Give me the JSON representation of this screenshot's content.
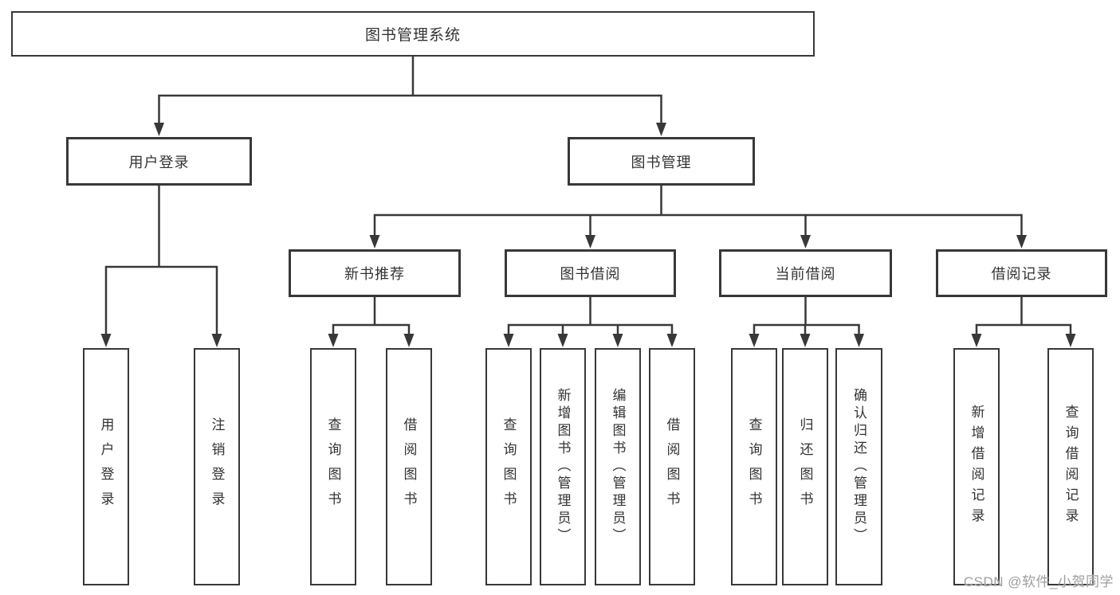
{
  "diagram": {
    "title": "图书管理系统",
    "type": "hierarchy",
    "nodes": [
      {
        "id": "root",
        "label": "图书管理系统",
        "parent": null,
        "vertical": false
      },
      {
        "id": "user-login",
        "label": "用户登录",
        "parent": "root",
        "vertical": false
      },
      {
        "id": "book-mgmt",
        "label": "图书管理",
        "parent": "root",
        "vertical": false
      },
      {
        "id": "new-book-rec",
        "label": "新书推荐",
        "parent": "book-mgmt",
        "vertical": false
      },
      {
        "id": "book-borrow",
        "label": "图书借阅",
        "parent": "book-mgmt",
        "vertical": false
      },
      {
        "id": "current-borrow",
        "label": "当前借阅",
        "parent": "book-mgmt",
        "vertical": false
      },
      {
        "id": "borrow-records",
        "label": "借阅记录",
        "parent": "book-mgmt",
        "vertical": false
      },
      {
        "id": "leaf-user-login",
        "label": "用户登录",
        "parent": "user-login",
        "vertical": true
      },
      {
        "id": "leaf-logout",
        "label": "注销登录",
        "parent": "user-login",
        "vertical": true
      },
      {
        "id": "leaf-nb-query",
        "label": "查询图书",
        "parent": "new-book-rec",
        "vertical": true
      },
      {
        "id": "leaf-nb-borrow",
        "label": "借阅图书",
        "parent": "new-book-rec",
        "vertical": true
      },
      {
        "id": "leaf-bb-query",
        "label": "查询图书",
        "parent": "book-borrow",
        "vertical": true
      },
      {
        "id": "leaf-bb-add",
        "label": "新增图书（管理员）",
        "parent": "book-borrow",
        "vertical": true
      },
      {
        "id": "leaf-bb-edit",
        "label": "编辑图书（管理员）",
        "parent": "book-borrow",
        "vertical": true
      },
      {
        "id": "leaf-bb-borrow",
        "label": "借阅图书",
        "parent": "book-borrow",
        "vertical": true
      },
      {
        "id": "leaf-cb-query",
        "label": "查询图书",
        "parent": "current-borrow",
        "vertical": true
      },
      {
        "id": "leaf-cb-return",
        "label": "归还图书",
        "parent": "current-borrow",
        "vertical": true
      },
      {
        "id": "leaf-cb-confirm",
        "label": "确认归还（管理员）",
        "parent": "current-borrow",
        "vertical": true
      },
      {
        "id": "leaf-br-add",
        "label": "新增借阅记录",
        "parent": "borrow-records",
        "vertical": true
      },
      {
        "id": "leaf-br-query",
        "label": "查询借阅记录",
        "parent": "borrow-records",
        "vertical": true
      }
    ]
  },
  "watermark": {
    "text": "CSDN @软件_小贺同学"
  },
  "colors": {
    "line": "#383838",
    "box_border": "#383838",
    "text": "#333333",
    "background": "#ffffff",
    "watermark": "#9e9e9e"
  }
}
